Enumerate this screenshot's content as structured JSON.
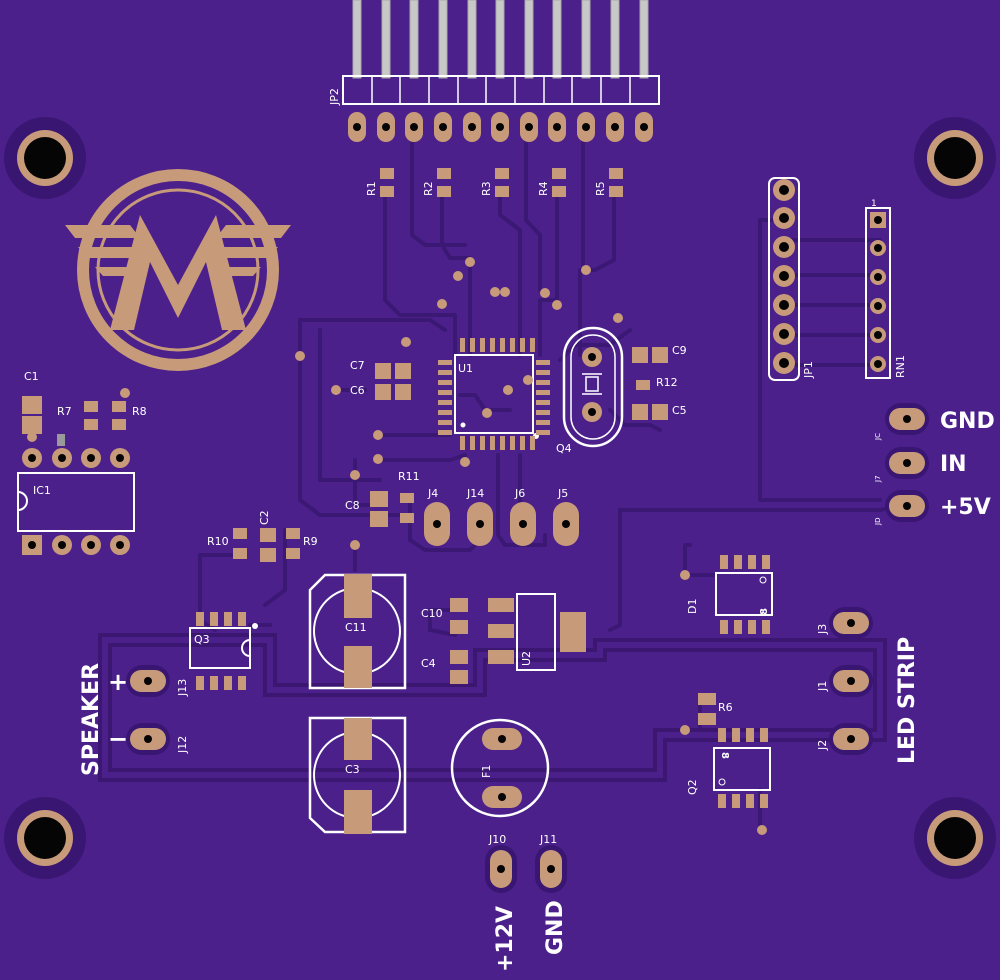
{
  "colors": {
    "board": "#4b208b",
    "trace": "#3f1a7a",
    "copper": "#c79a7a",
    "silk": "#ffffff",
    "hole": "#050505"
  },
  "labels": {
    "jp2": "JP2",
    "r1": "R1",
    "r2": "R2",
    "r3": "R3",
    "r4": "R4",
    "r5": "R5",
    "c1": "C1",
    "r7": "R7",
    "r8": "R8",
    "ic1": "IC1",
    "c7": "C7",
    "c6": "C6",
    "u1": "U1",
    "c9": "C9",
    "r12": "R12",
    "c5": "C5",
    "q4": "Q4",
    "r11": "R11",
    "c8": "C8",
    "j4": "J4",
    "j14": "J14",
    "j6": "J6",
    "j5": "J5",
    "r10": "R10",
    "c2": "C2",
    "r9": "R9",
    "c11": "C11",
    "c10": "C10",
    "c4": "C4",
    "u2": "U2",
    "q3": "Q3",
    "c3": "C3",
    "f1": "F1",
    "j13": "J13",
    "j12": "J12",
    "j10": "J10",
    "j11": "J11",
    "d1": "D1",
    "q2": "Q2",
    "r6": "R6",
    "j3": "J3",
    "j1": "J1",
    "j2": "J2",
    "jp1": "JP1",
    "rn1": "RN1",
    "rn1_pin": "1",
    "j7": "J7",
    "jc": "JC",
    "jd": "JD"
  },
  "silkscreen": {
    "gnd": "GND",
    "in": "IN",
    "plus5v": "+5V",
    "speaker": "SPEAKER",
    "plus": "+",
    "minus": "−",
    "led_strip": "LED STRIP",
    "plus12v": "+12V",
    "gnd_bottom": "GND"
  },
  "icons": [
    "mounting-hole-icon",
    "winged-m-logo-icon"
  ]
}
